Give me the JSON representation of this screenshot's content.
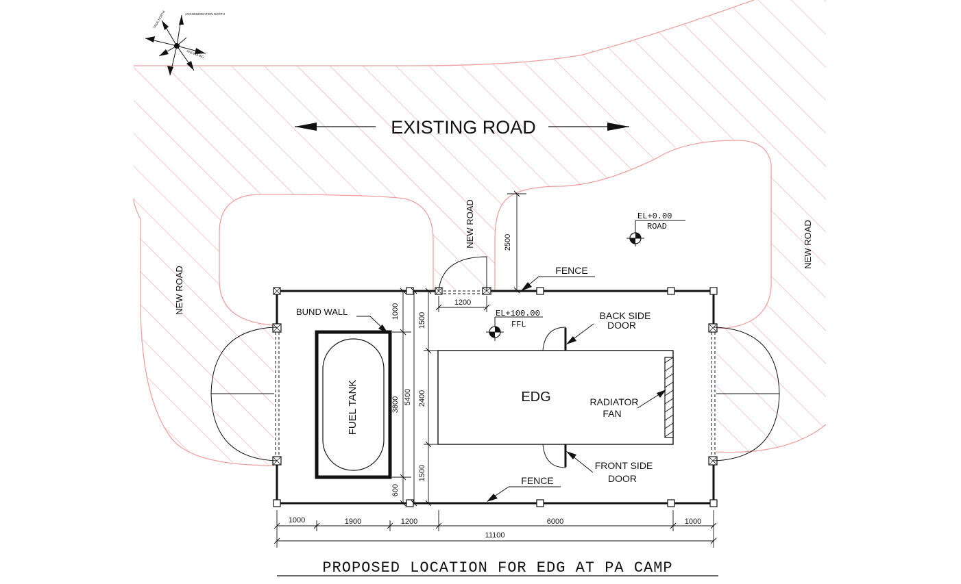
{
  "title": "PROPOSED LOCATION FOR EDG AT PA CAMP",
  "compass": {
    "north_label": "ACCOMMODATION NORTH",
    "true_north_label": "TRUE NORTH",
    "prevailing_label": "PREVAILING"
  },
  "road": {
    "existing_label": "EXISTING ROAD",
    "new_road_left": "NEW ROAD",
    "new_road_top": "NEW ROAD",
    "new_road_right": "NEW ROAD"
  },
  "levels": {
    "road_el": "EL+0.00",
    "road_note": "ROAD",
    "ffl_el": "EL+100.00",
    "ffl_note": "FFL"
  },
  "labels": {
    "fence_top": "FENCE",
    "fence_bottom": "FENCE",
    "bund_wall": "BUND WALL",
    "fuel_tank": "FUEL TANK",
    "edg": "EDG",
    "radiator_1": "RADIATOR",
    "radiator_2": "FAN",
    "back_door_1": "BACK SIDE",
    "back_door_2": "DOOR",
    "front_door_1": "FRONT SIDE",
    "front_door_2": "DOOR"
  },
  "dimensions": {
    "road_offset": "2500",
    "gate_width": "1200",
    "v_1000": "1000",
    "v_3800": "3800",
    "v_600": "600",
    "v_5400": "5400",
    "v_1500_top": "1500",
    "v_2400": "2400",
    "v_1500_bottom": "1500",
    "h_1000_left": "1000",
    "h_1900": "1900",
    "h_1200": "1200",
    "h_6000": "6000",
    "h_1000_right": "1000",
    "h_total": "11100"
  }
}
